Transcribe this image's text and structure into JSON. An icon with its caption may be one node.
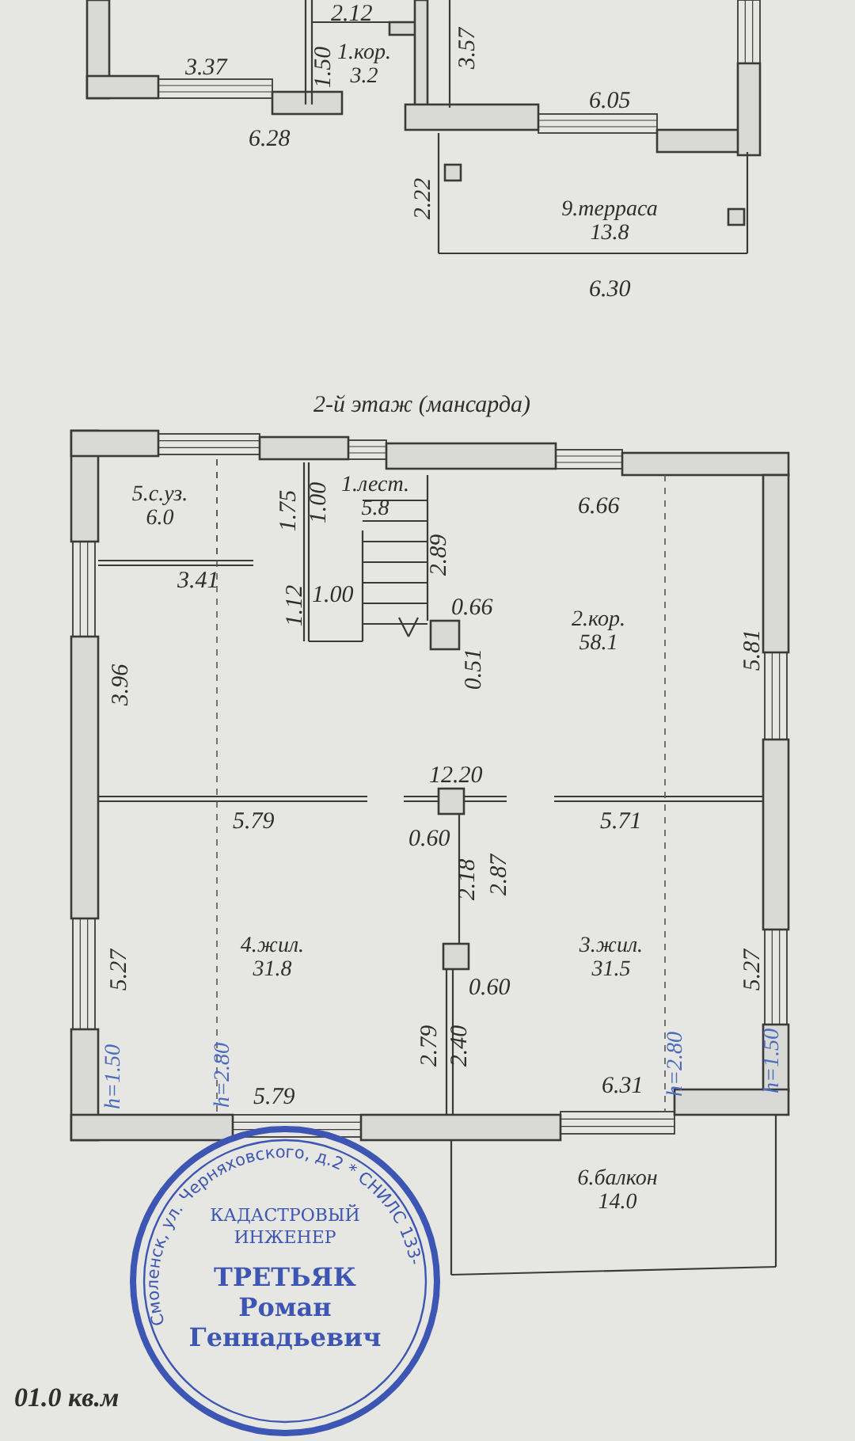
{
  "diagram": {
    "title": "2-й этаж (мансарда)",
    "nodes": [
      {
        "text": [
          "1.кор.",
          "3.2"
        ]
      },
      {
        "text": [
          "9.терраса",
          "13.8"
        ]
      },
      {
        "text": [
          "5.с.уз.",
          "6.0"
        ]
      },
      {
        "text": [
          "1.лест.",
          "5.8"
        ]
      },
      {
        "text": [
          "2.кор.",
          "58.1"
        ]
      },
      {
        "text": [
          "4.жил.",
          "31.8"
        ]
      },
      {
        "text": [
          "3.жил.",
          "31.5"
        ]
      },
      {
        "text": [
          "6.балкон",
          "14.0"
        ]
      },
      {
        "text": [
          "Смоленск, ул. Черняховского, д.2 * СНИЛС 133-",
          "КАДАСТРОВЫЙ ИНЖЕНЕР",
          "ТРЕТЬЯК Роман Геннадьевич"
        ]
      }
    ],
    "edges": [],
    "labels": [
      "2.12",
      "3.37",
      "1.50",
      "3.57",
      "6.28",
      "6.05",
      "2.22",
      "6.30",
      "1.75",
      "1.00",
      "6.66",
      "3.41",
      "2.89",
      "1.12",
      "1.00",
      "0.66",
      "3.96",
      "0.51",
      "5.81",
      "12.20",
      "5.79",
      "0.60",
      "5.71",
      "2.18",
      "2.87",
      "5.27",
      "0.60",
      "5.27",
      "2.79",
      "2.40",
      "h=1.50",
      "h=2.80",
      "5.79",
      "6.31",
      "h=2.80",
      "h=1.50",
      "01.0 кв.м"
    ]
  }
}
